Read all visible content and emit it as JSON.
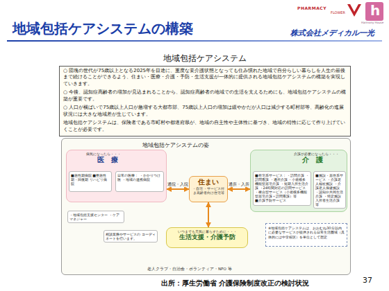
{
  "diagram": {
    "title": "地域包括ケアシステムの構築",
    "nodes": [
      {
        "text": [
          "地域包括ケアシステム",
          "○ 団塊の世代が75歳以上となる2025年を目途に、重度な要介護状態となっても住み慣れた地域で自分らしい暮らしを人生の最後まで続けることができるよう、住まい・医療・介護・予防・生活支援が一体的に提供される地域包括ケアシステムの構築を実現していきます。",
          "○ 今後、認知症高齢者の増加が見込まれることから、認知症高齢者の地域での生活を支えるためにも、地域包括ケアシステムの構築が重要です。",
          "○ 人口が横ばいで75歳以上人口が急増する大都市部、75歳以上人口の増加は緩やかだが人口は減少する町村部等、高齢化の進展状況には大きな地域差が生じています。",
          "地域包括ケアシステムは、保険者である市町村や都道府県が、地域の自主性や主体性に基づき、地域の特性に応じて作り上げていくことが必要です。"
        ]
      },
      {
        "text": [
          "地域包括ケアシステムの姿"
        ]
      },
      {
        "text": [
          "病気になったら・・・",
          "医　療"
        ],
        "in": 1
      },
      {
        "text": [
          "■急性期病院 ■亜急性期・回復期 リハビリ病院"
        ],
        "in": 2
      },
      {
        "text": [
          "日常の医療： ・かかりつけ医 ・地域の連携病院"
        ],
        "in": 2
      },
      {
        "text": [
          "介護が必要になったら・・・",
          "介　護"
        ],
        "in": 1
      },
      {
        "text": [
          "■在宅系サービス： ・訪問介護 ・訪問看護 ・通所介護 ・小規模多機能型居宅介護 ・短期入所生活介護 ・24時間対応の訪問サービス ・複合型サービス（小規模多機能型居宅介護＋訪問看護）等",
          "■介護予防サービス"
        ],
        "in": 5
      },
      {
        "text": [
          "■施設・居住系サービス ・介護老人福祉施設 ・介護老人保健施設 ・認知症共同生活介護 ・特定施設入所者生活介護 等"
        ],
        "in": 5
      },
      {
        "text": [
          "住まい",
          "・自宅 ・サービス付き高齢者向け住宅等"
        ],
        "in": 1
      },
      {
        "text": [
          "いつまでも元気に暮らすために・・・",
          "生活支援・介護予防"
        ],
        "in": 1
      },
      {
        "text": [
          "・地域包括支援センター ・ケアマネジャー"
        ],
        "in": 1
      },
      {
        "text": [
          "相談業務やサービスの コーディネートを行います。"
        ],
        "in": 1
      },
      {
        "text": [
          "※地域包括ケアシステムは、おおむね30分以内に必要なサービスが提供される日常生活圏域（具体的には中学校区）を単位として想定"
        ],
        "in": 1
      }
    ],
    "edges": [
      {
        "from": 8,
        "to": 2,
        "arrow": "both",
        "label": "通院・入院"
      },
      {
        "from": 8,
        "to": 5,
        "arrow": "both",
        "label": "通所・入所"
      },
      {
        "from": 8,
        "to": 9,
        "arrow": "both"
      }
    ],
    "labels": [
      "PHARMACY",
      "FLOWER",
      "h",
      "Harmony House",
      "株式会社メディカル一光",
      "老人クラブ・自治会・ボランティア・NPO 等",
      "37",
      "出所：厚生労働省 介護保険制度改正の検討状況"
    ]
  }
}
